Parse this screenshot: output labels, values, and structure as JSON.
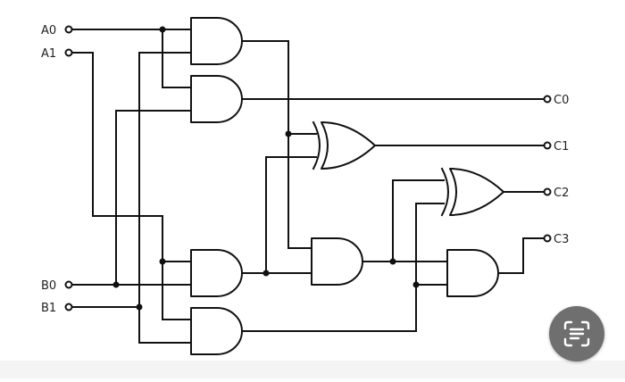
{
  "diagram": {
    "inputs": {
      "a0": "A0",
      "a1": "A1",
      "b0": "B0",
      "b1": "B1"
    },
    "outputs": {
      "c0": "C0",
      "c1": "C1",
      "c2": "C2",
      "c3": "C3"
    },
    "gates": [
      {
        "id": "and1",
        "type": "AND"
      },
      {
        "id": "and2",
        "type": "AND"
      },
      {
        "id": "and3",
        "type": "AND"
      },
      {
        "id": "and4",
        "type": "AND"
      },
      {
        "id": "and5",
        "type": "AND"
      },
      {
        "id": "and6",
        "type": "AND"
      },
      {
        "id": "xor1",
        "type": "XOR"
      },
      {
        "id": "xor2",
        "type": "XOR"
      }
    ]
  },
  "overlay": {
    "icon": "text-scan-icon",
    "color": "#6f6f6f"
  }
}
